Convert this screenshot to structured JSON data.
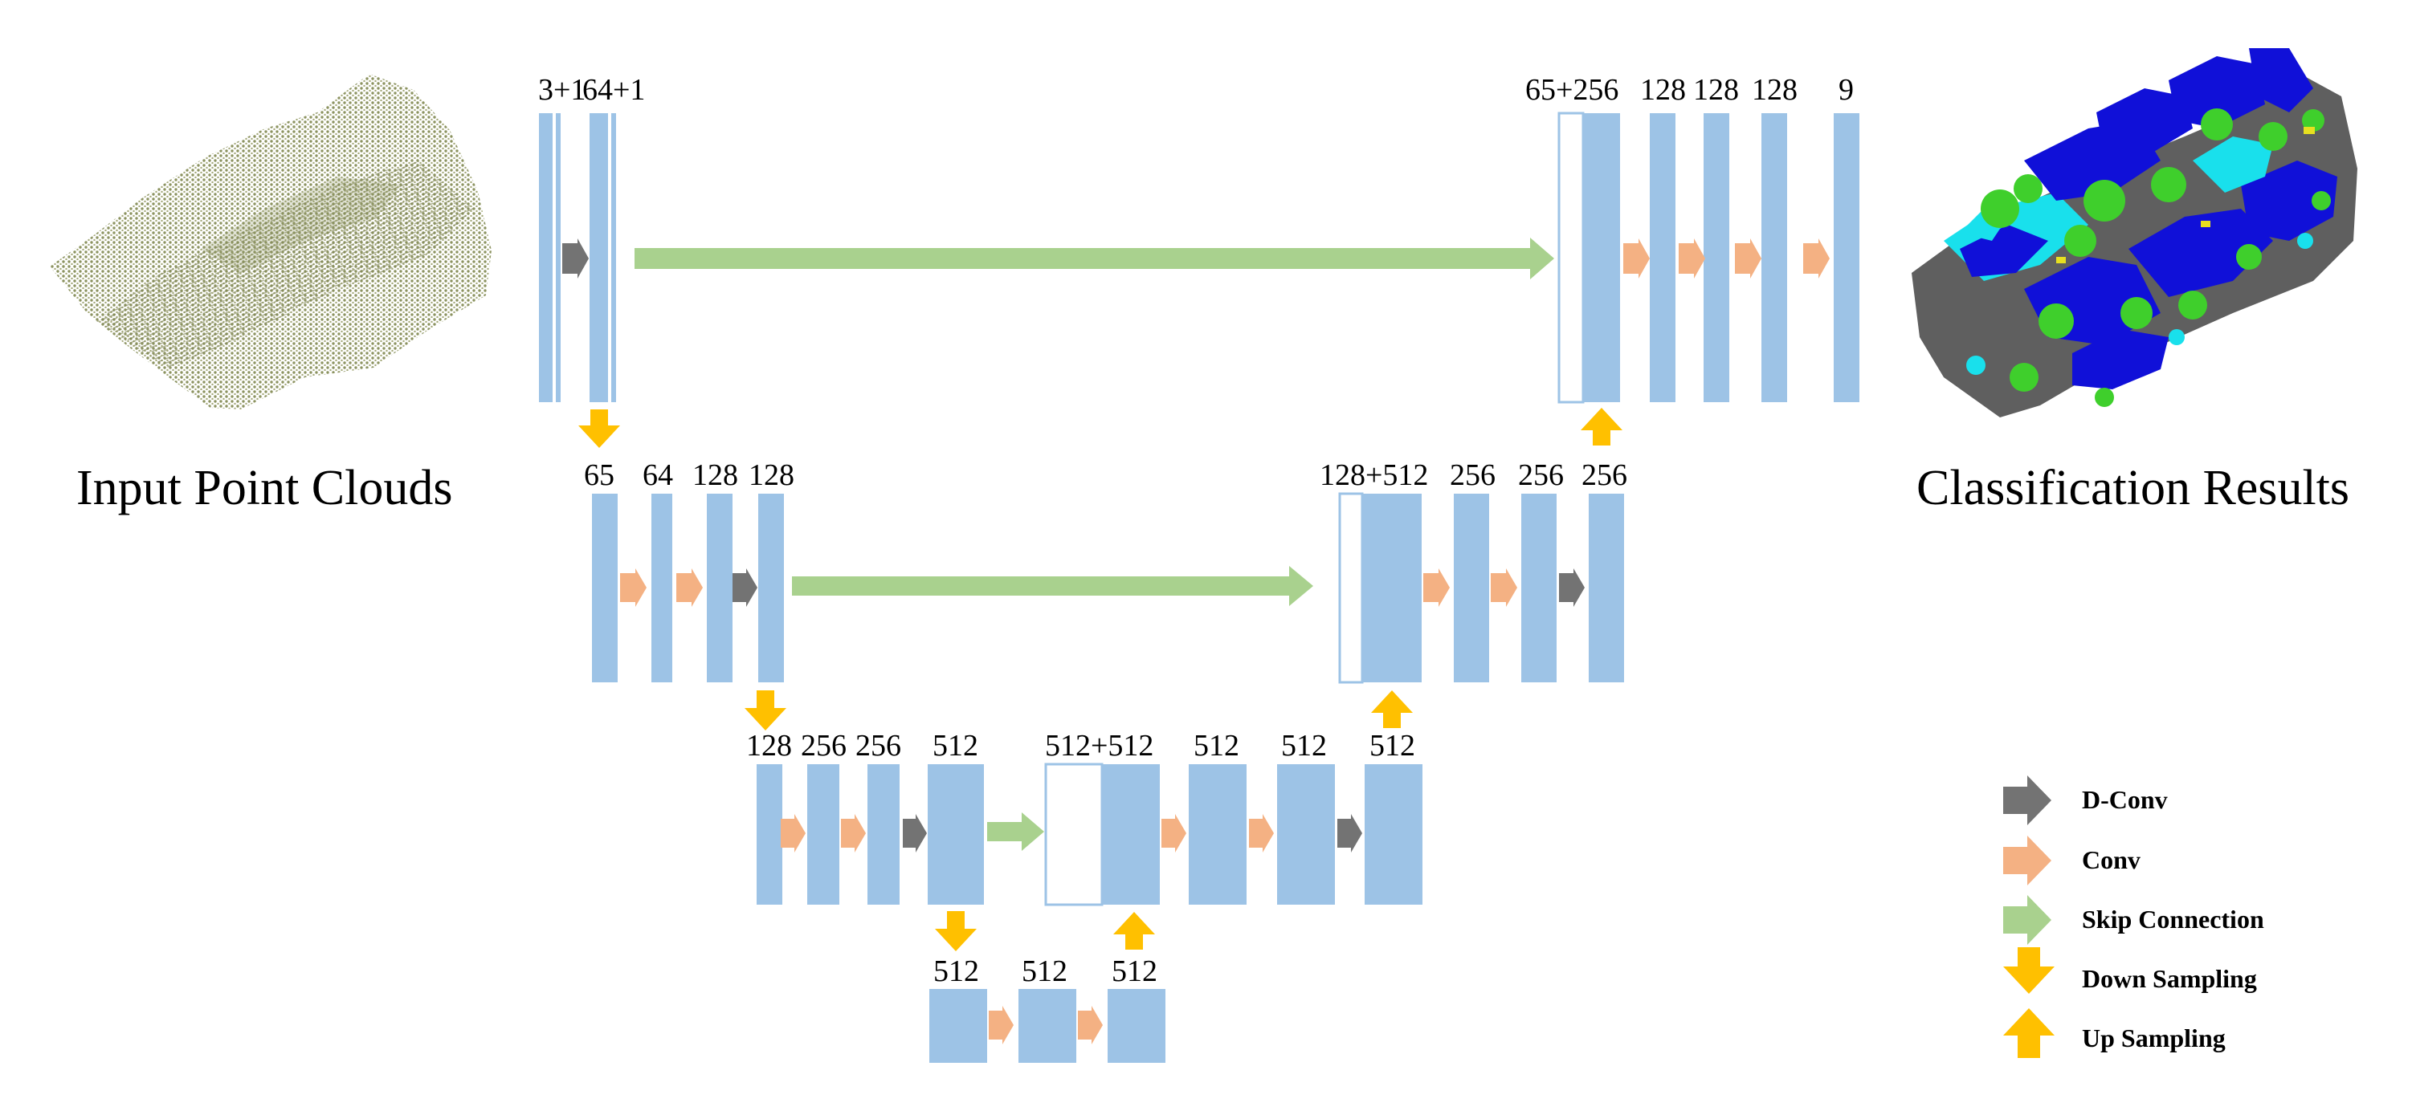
{
  "titles": {
    "input": "Input Point Clouds",
    "output": "Classification Results"
  },
  "colors": {
    "block": "#9dc3e6",
    "d_conv": "#737373",
    "conv": "#f4b183",
    "skip": "#a9d18e",
    "sampling": "#ffc000",
    "input_cloud": "#8c9360",
    "class_building": "#1010d8",
    "class_tree": "#3fcf2c",
    "class_ground": "#5f5f5f",
    "class_low_veg": "#19e0ec",
    "class_car": "#e7e020"
  },
  "levels": {
    "l1_enc": [
      "3+1",
      "64+1"
    ],
    "l1_dec": [
      "65+256",
      "128",
      "128",
      "128",
      "9"
    ],
    "l2_enc": [
      "65",
      "64",
      "128",
      "128"
    ],
    "l2_dec": [
      "128+512",
      "256",
      "256",
      "256"
    ],
    "l3_enc": [
      "128",
      "256",
      "256",
      "512"
    ],
    "l3_dec": [
      "512+512",
      "512",
      "512",
      "512"
    ],
    "l4": [
      "512",
      "512",
      "512"
    ]
  },
  "legend": [
    {
      "icon": "dark-gray-right-arrow-icon",
      "label": "D-Conv"
    },
    {
      "icon": "salmon-right-arrow-icon",
      "label": "Conv"
    },
    {
      "icon": "green-right-arrow-icon",
      "label": "Skip Connection"
    },
    {
      "icon": "yellow-down-arrow-icon",
      "label": "Down Sampling"
    },
    {
      "icon": "yellow-up-arrow-icon",
      "label": "Up Sampling"
    }
  ]
}
